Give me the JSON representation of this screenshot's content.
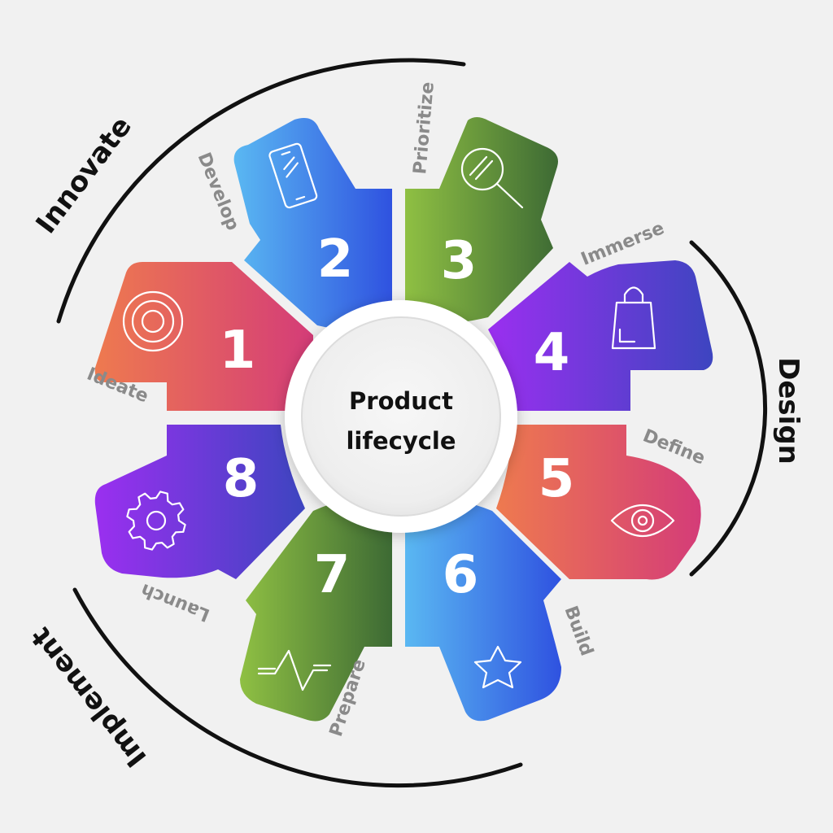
{
  "center": {
    "line1": "Product",
    "line2": "lifecycle"
  },
  "groups": {
    "innovate": "Innovate",
    "design": "Design",
    "implement": "Implement"
  },
  "stages": [
    {
      "number": "1",
      "label": "Ideate",
      "icon": "target-icon",
      "colors": [
        "#ee7a4f",
        "#d43c78"
      ]
    },
    {
      "number": "2",
      "label": "Develop",
      "icon": "smartphone-icon",
      "colors": [
        "#5ab8f2",
        "#2f52e0"
      ]
    },
    {
      "number": "3",
      "label": "Prioritize",
      "icon": "magnifier-icon",
      "colors": [
        "#8fc043",
        "#3d6a34"
      ]
    },
    {
      "number": "4",
      "label": "Immerse",
      "icon": "shopping-bag-icon",
      "colors": [
        "#9b2ff0",
        "#3d45c0"
      ]
    },
    {
      "number": "5",
      "label": "Define",
      "icon": "eye-icon",
      "colors": [
        "#ee7a4f",
        "#d43c78"
      ]
    },
    {
      "number": "6",
      "label": "Build",
      "icon": "star-icon",
      "colors": [
        "#5ab8f2",
        "#2f52e0"
      ]
    },
    {
      "number": "7",
      "label": "Prepare",
      "icon": "pulse-icon",
      "colors": [
        "#8fc043",
        "#3d6a34"
      ]
    },
    {
      "number": "8",
      "label": "Launch",
      "icon": "gear-icon",
      "colors": [
        "#9b2ff0",
        "#3d45c0"
      ]
    }
  ]
}
